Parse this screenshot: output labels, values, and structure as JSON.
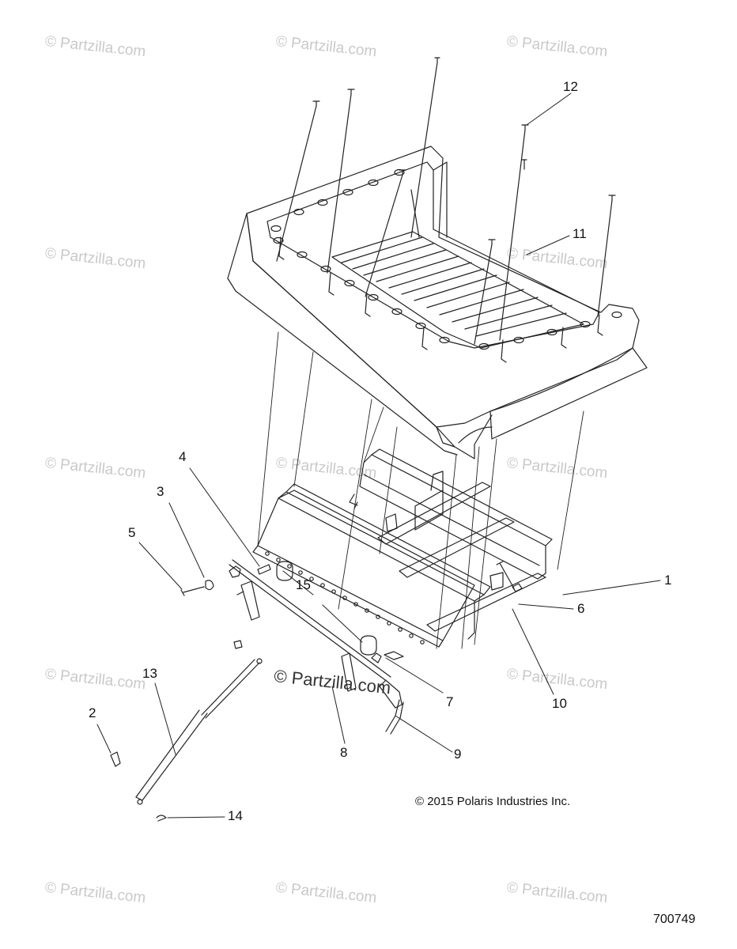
{
  "watermark": "© Partzilla.com",
  "callouts": [
    "1",
    "2",
    "3",
    "4",
    "5",
    "6",
    "7",
    "8",
    "9",
    "10",
    "11",
    "12",
    "13",
    "14",
    "15"
  ],
  "copyright": "© 2015 Polaris Industries Inc.",
  "diagram_id": "700749",
  "colors": {
    "line": "#222222",
    "watermark": "#c9c9c9"
  }
}
